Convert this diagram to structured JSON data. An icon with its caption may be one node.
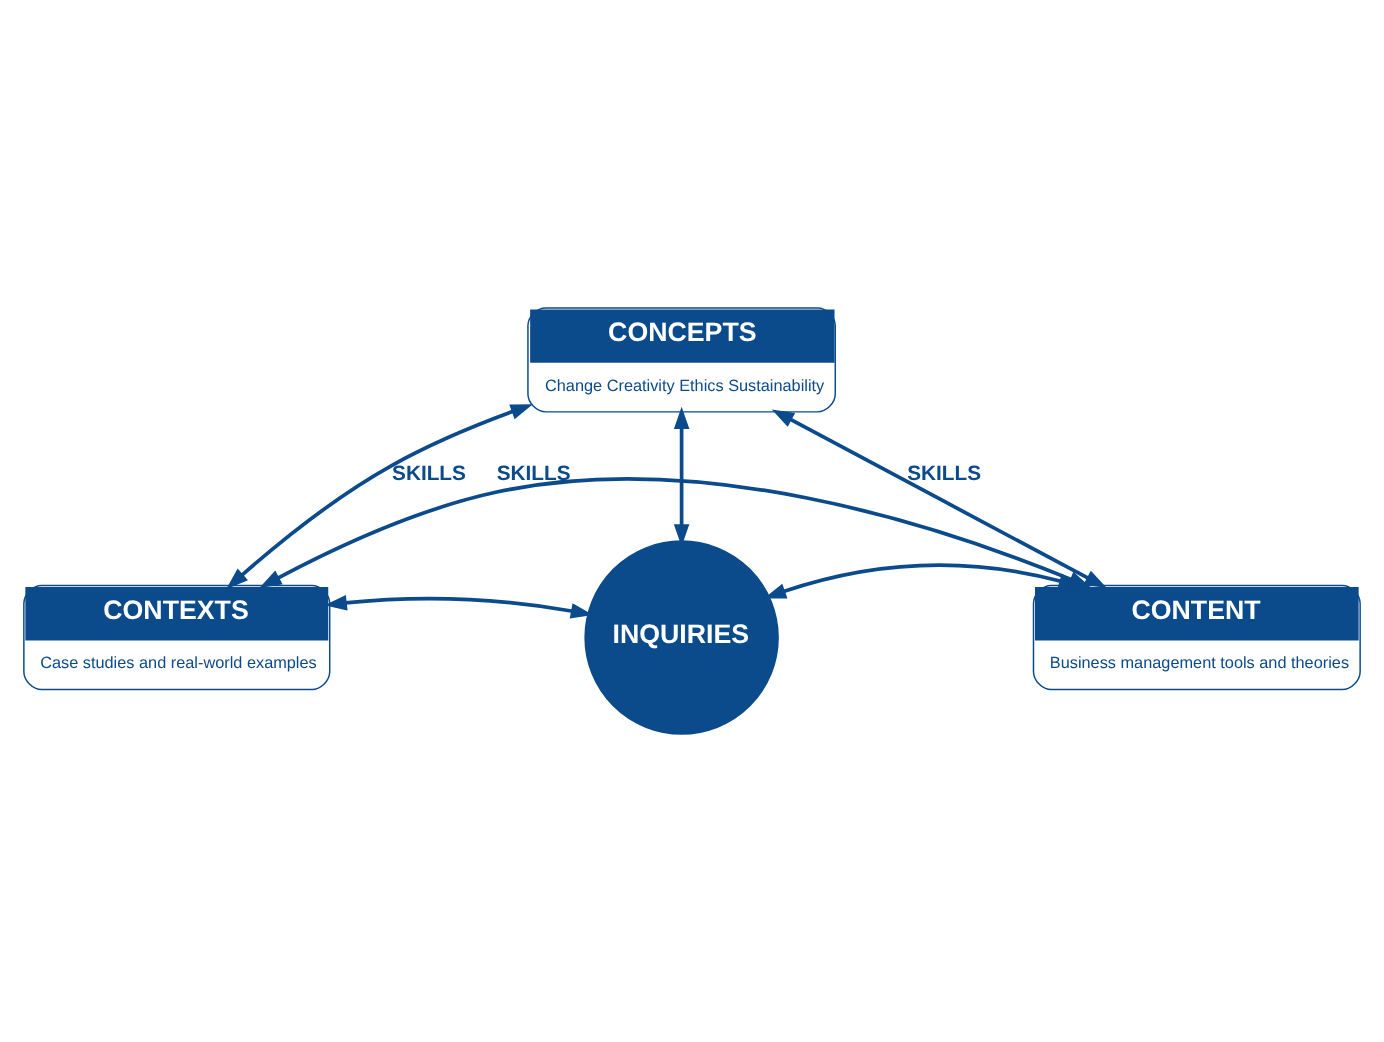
{
  "diagram": {
    "nodes": [
      {
        "text": [
          "CONCEPTS",
          "Change Creativity Ethics Sustainability"
        ]
      },
      {
        "text": [
          "INQUIRIES"
        ]
      },
      {
        "text": [
          "CONTEXTS",
          "Case studies and real-world examples"
        ]
      },
      {
        "text": [
          "CONTENT",
          "Business management tools and theories"
        ]
      }
    ],
    "edges": [
      {
        "from": 0,
        "to": 2,
        "arrow": "both",
        "label": "SKILLS"
      },
      {
        "from": 0,
        "to": 3,
        "arrow": "both",
        "label": "SKILLS"
      },
      {
        "from": 2,
        "to": 3,
        "arrow": "both",
        "label": "SKILLS"
      },
      {
        "from": 0,
        "to": 1,
        "arrow": "both"
      },
      {
        "from": 2,
        "to": 1,
        "arrow": "both"
      },
      {
        "from": 1,
        "to": 3,
        "arrow": "both"
      }
    ]
  }
}
